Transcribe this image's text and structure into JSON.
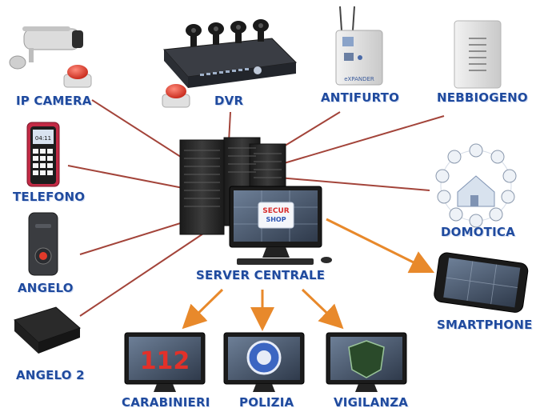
{
  "colors": {
    "label": "#1f4a9e",
    "link_input": "#a3443a",
    "link_output": "#e8892b",
    "monitor_bezel": "#1b1b1b",
    "server_body": "#2a2a2a",
    "emergency_red": "#d63a2a"
  },
  "labels": {
    "ip_camera": "IP CAMERA",
    "dvr": "DVR",
    "antifurto": "ANTIFURTO",
    "nebbiogeno": "NEBBIOGENO",
    "telefono": "TELEFONO",
    "domotica": "DOMOTICA",
    "angelo": "ANGELO",
    "angelo2": "ANGELO 2",
    "server": "SERVER CENTRALE",
    "smartphone": "SMARTPHONE",
    "carabinieri": "CARABINIERI",
    "polizia": "POLIZIA",
    "vigilanza": "VIGILANZA"
  },
  "screen_text": {
    "brand_top": "SECUR",
    "brand_bottom": "SHOP",
    "carabinieri_number": "112",
    "phone_clock": "04:11",
    "antifurto_brand": "eXPANDER"
  },
  "icons": {
    "ip_camera": "cctv-camera-icon",
    "dvr": "dvr-recorder-icon",
    "antifurto": "alarm-panel-icon",
    "nebbiogeno": "fog-generator-icon",
    "telefono": "mobile-phone-icon",
    "domotica": "home-automation-icon",
    "angelo": "panic-remote-icon",
    "angelo2": "gps-tracker-icon",
    "server": "server-rack-icon",
    "smartphone": "smartphone-icon",
    "emergency": "panic-button-icon"
  }
}
